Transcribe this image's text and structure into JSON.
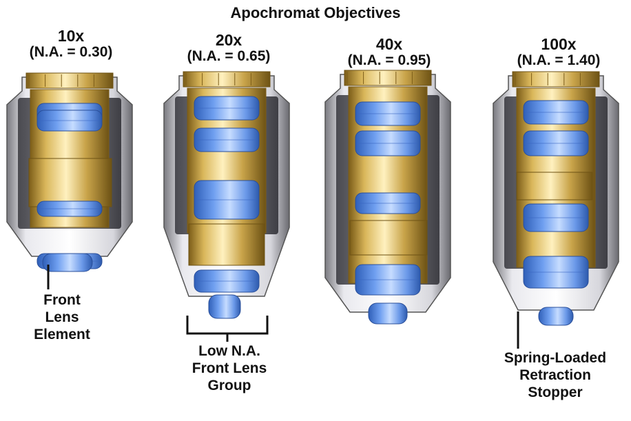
{
  "title": "Apochromat Objectives",
  "objectives": [
    {
      "magnification": "10x",
      "na": "(N.A. = 0.30)"
    },
    {
      "magnification": "20x",
      "na": "(N.A. = 0.65)"
    },
    {
      "magnification": "40x",
      "na": "(N.A. = 0.95)"
    },
    {
      "magnification": "100x",
      "na": "(N.A. = 1.40)"
    }
  ],
  "callouts": {
    "front_lens": [
      "Front",
      "Lens",
      "Element"
    ],
    "low_na": [
      "Low N.A.",
      "Front Lens",
      "Group"
    ],
    "spring": [
      "Spring-Loaded",
      "Retraction",
      "Stopper"
    ]
  },
  "colors": {
    "brass": "#c9a44a",
    "brass_dark": "#8a6a1e",
    "steel": "#c8c8cc",
    "steel_dark": "#5a5a60",
    "lens": "#5b8fe0",
    "lens_light": "#a9c8f5"
  }
}
